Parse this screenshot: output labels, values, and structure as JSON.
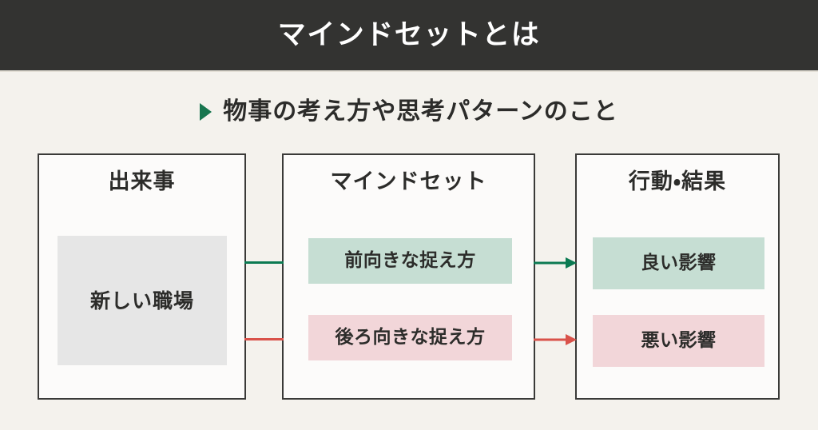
{
  "header": {
    "title": "マインドセットとは"
  },
  "subtitle": {
    "bullet_icon": "triangle-right-icon",
    "text": "物事の考え方や思考パターンのこと"
  },
  "diagram": {
    "panels": [
      {
        "id": "event",
        "title": "出来事",
        "block_label": "新しい職場"
      },
      {
        "id": "mindset",
        "title": "マインドセット",
        "chips": [
          {
            "label": "前向きな捉え方",
            "tone": "positive"
          },
          {
            "label": "後ろ向きな捉え方",
            "tone": "negative"
          }
        ]
      },
      {
        "id": "outcome",
        "title": "行動・結果",
        "chips": [
          {
            "label": "良い影響",
            "tone": "positive"
          },
          {
            "label": "悪い影響",
            "tone": "negative"
          }
        ]
      }
    ],
    "connectors": [
      {
        "from": "event",
        "to": "mindset",
        "tone": "positive",
        "arrowhead": false
      },
      {
        "from": "event",
        "to": "mindset",
        "tone": "negative",
        "arrowhead": false
      },
      {
        "from": "mindset",
        "to": "outcome",
        "tone": "positive",
        "arrowhead": true
      },
      {
        "from": "mindset",
        "to": "outcome",
        "tone": "negative",
        "arrowhead": true
      }
    ]
  },
  "colors": {
    "page_background": "#f4f2ed",
    "header_background": "#333331",
    "header_text": "#ffffff",
    "body_text": "#2c2c2a",
    "panel_background": "#fcfbfa",
    "panel_border": "#3a3a38",
    "event_block": "#e6e6e6",
    "positive_chip": "#c6ded3",
    "negative_chip": "#f2d6d9",
    "positive_line": "#0b7a52",
    "negative_line": "#d9524a",
    "bullet": "#18764f"
  }
}
